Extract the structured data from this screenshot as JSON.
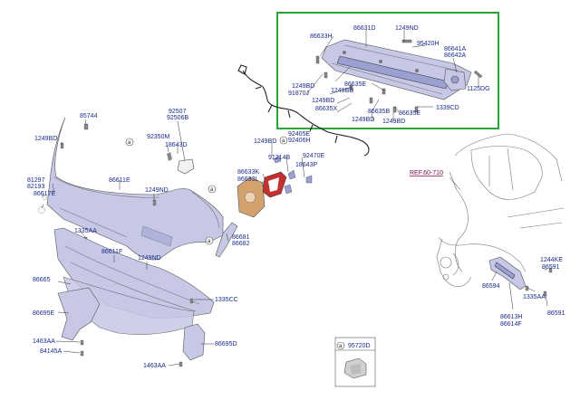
{
  "highlight_color": "#29a63a",
  "label_color": "#1a2a8c",
  "ref_color": "#7a0050",
  "highlight_box": {
    "labels": {
      "p86633H": "86633H",
      "p86631D": "86631D",
      "p1249ND_top": "1249ND",
      "p95420H": "95420H",
      "p86641A": "86641A",
      "p86642A": "86642A",
      "p1125DG": "1125DG",
      "p91870J": "91870J",
      "p1249BD_a": "1249BD",
      "p86635E_a": "86635E",
      "p1249BD_b": "1249BD",
      "p1249BD_c": "1249BD",
      "p86635X": "86635X",
      "p86635B": "86635B",
      "p86635E_b": "86635E",
      "p1339CD": "1339CD",
      "p1249BD_d": "1249BD",
      "p1249BD_e": "1249BD"
    }
  },
  "labels": {
    "p85744": "85744",
    "p1249BD_left": "1249BD",
    "p92507": "92507",
    "p92506B": "92506B",
    "p92350M": "92350M",
    "p18643D": "18643D",
    "p81297": "81297",
    "p82193": "82193",
    "p86617E": "86617E",
    "p86611E": "86611E",
    "p1249ND_mid": "1249ND",
    "p1249BD_mid": "1249BD",
    "p92405E": "92405E",
    "p92406H": "92406H",
    "p91214B": "91214B",
    "p92470E": "92470E",
    "p18643P": "18643P",
    "p86633K": "86633K",
    "p86633L": "86633L",
    "p86681": "86681",
    "p86682": "86682",
    "p1335AA_left": "1335AA",
    "p86611F": "86611F",
    "p1249ND_low": "1249ND",
    "p86665": "86665",
    "p1335CC": "1335CC",
    "p86695E": "86695E",
    "p1463AA_a": "1463AA",
    "p84145A": "84145A",
    "p86695D": "86695D",
    "p1463AA_b": "1463AA",
    "p95720D": "95720D",
    "ref": "REF.60-710",
    "p1244KE": "1244KE",
    "p86591_a": "86591",
    "p86594": "86594",
    "p1335AA_right": "1335AA",
    "p86613H": "86613H",
    "p86614F": "86614F",
    "p86591_b": "86591",
    "circle_a": "a"
  }
}
